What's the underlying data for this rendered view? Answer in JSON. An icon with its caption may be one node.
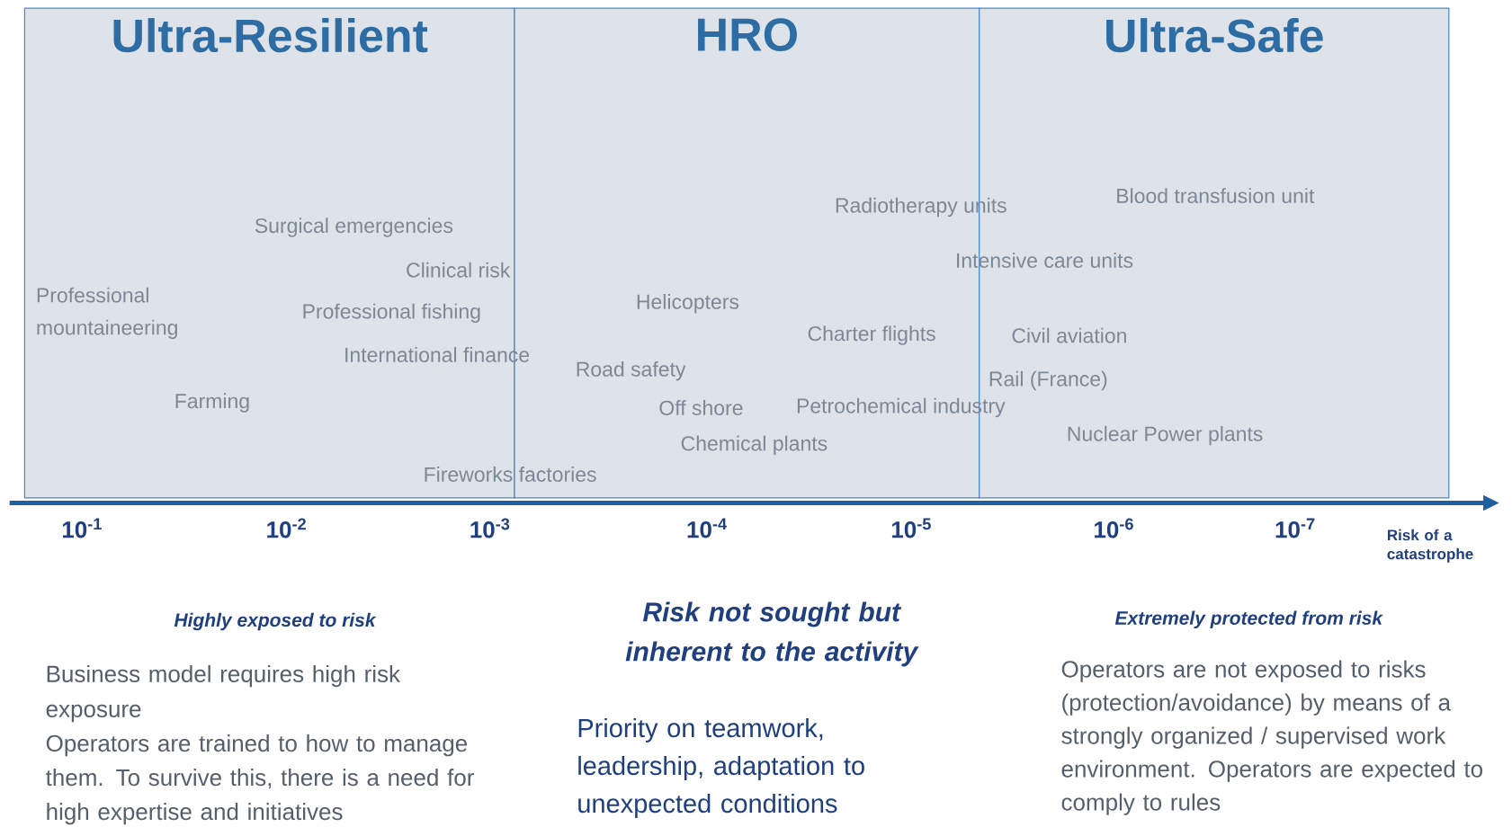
{
  "diagram": {
    "nodes": [
      {
        "text": [
          "Ultra-Resilient"
        ]
      },
      {
        "text": [
          "HRO"
        ]
      },
      {
        "text": [
          "Ultra-Safe"
        ]
      }
    ],
    "labels": [
      "Surgical emergencies",
      "Radiotherapy units",
      "Blood transfusion unit",
      "Clinical risk",
      "Intensive care units",
      "Professional mountaineering",
      "Professional fishing",
      "Helicopters",
      "Charter flights",
      "Civil aviation",
      "International finance",
      "Road safety",
      "Rail (France)",
      "Farming",
      "Off shore",
      "Petrochemical industry",
      "Nuclear Power plants",
      "Chemical plants",
      "Fireworks factories",
      "10$^{-1}$",
      "10$^{-2}$",
      "10$^{-3}$",
      "10$^{-4}$",
      "10$^{-5}$",
      "10$^{-6}$",
      "10$^{-7}$",
      "Risk of a catastrophe",
      "Highly exposed to risk",
      "Risk not sought but inherent to the activity",
      "Extremely protected from risk",
      "Business model requires high risk exposure",
      "Operators are trained to how to manage them. To survive this, there is a need for high expertise and initiatives",
      "Priority on teamwork, leadership, adaptation to unexpected conditions",
      "Operators are not exposed to risks (protection/avoidance) by means of a strongly organized / supervised work environment. Operators are expected to comply to rules"
    ]
  }
}
